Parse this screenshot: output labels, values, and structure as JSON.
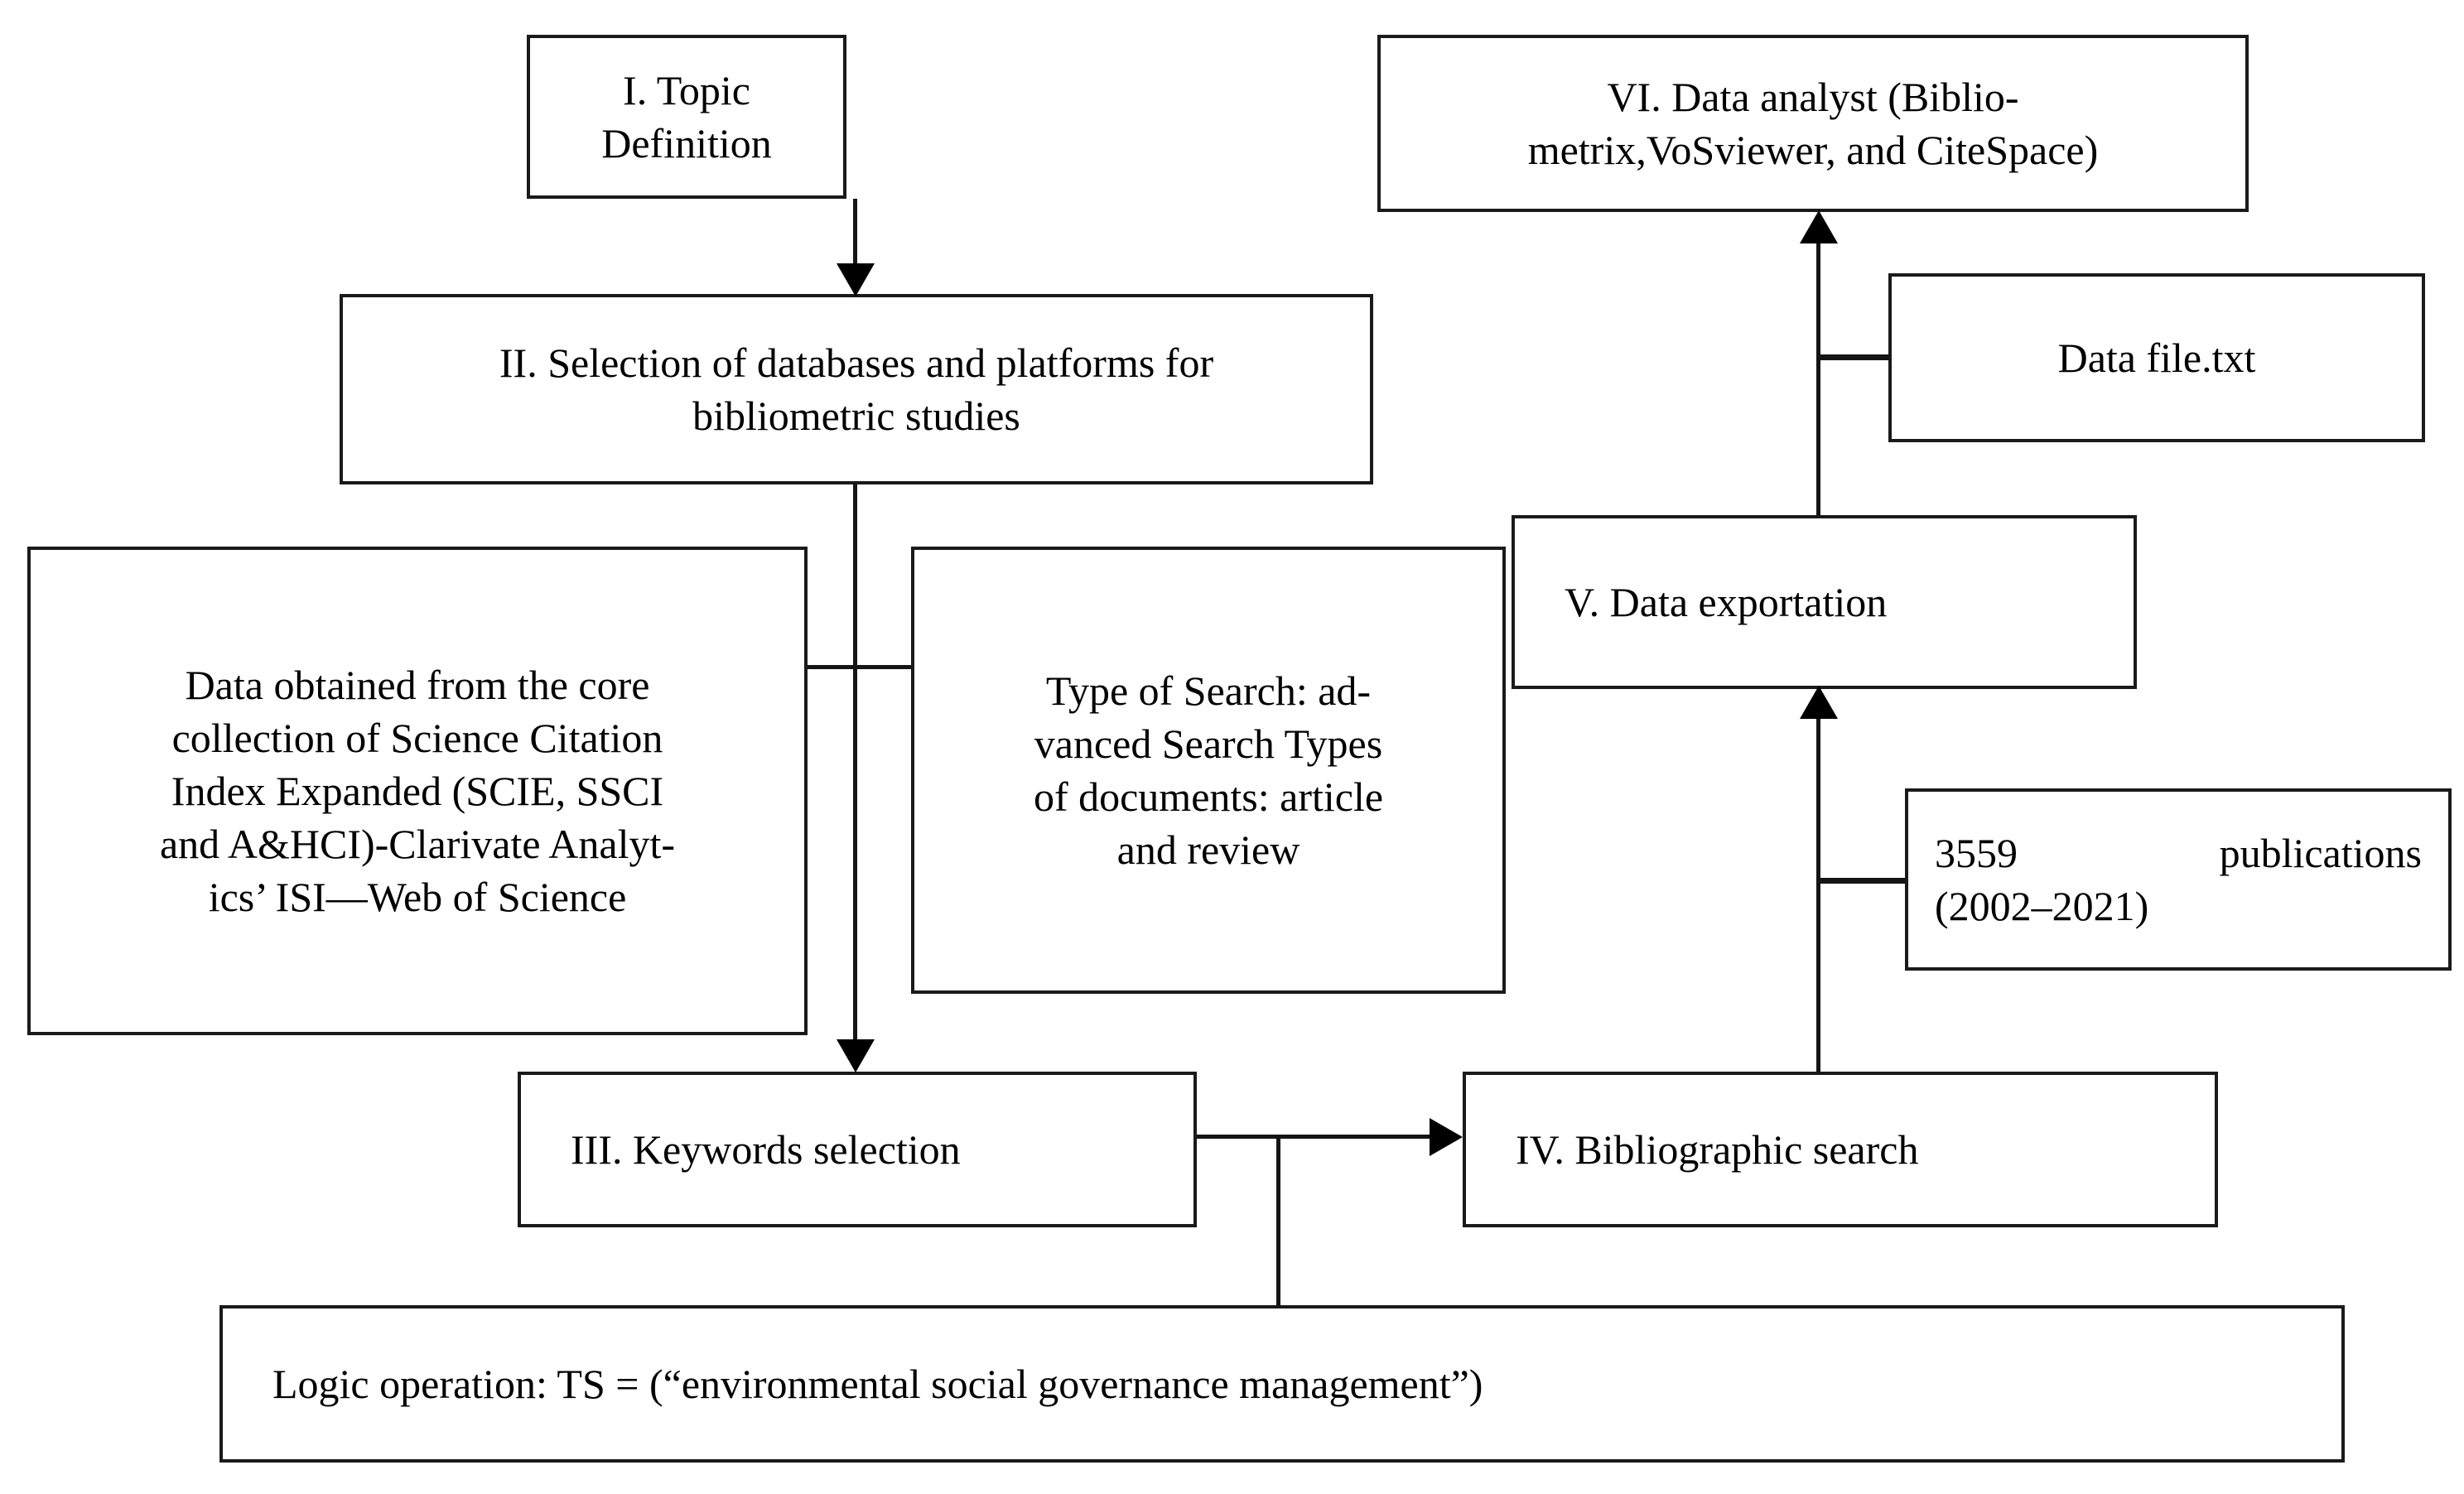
{
  "figure": {
    "type": "flowchart",
    "title": "Bibliometric research methodology workflow",
    "background_color": "#ffffff",
    "line_color": "#151515",
    "box_border_color": "#1a1a1a",
    "text_color": "#000000"
  },
  "nodes": {
    "topic_definition": {
      "label": "I. Topic Definition"
    },
    "database_selection": {
      "line1": "II. Selection of databases and platforms for",
      "line2": "bibliometric studies"
    },
    "data_source": {
      "line1": "Data obtained from the core",
      "line2": "collection of Science Citation",
      "line3": "Index Expanded (SCIE, SSCI",
      "line4": "and A&HCI)-Clarivate Analyt-",
      "line5": "ics’ ISI—Web of Science"
    },
    "search_type": {
      "line1": "Type of Search: ad-",
      "line2": "vanced Search Types",
      "line3": "of documents: article",
      "line4": "and review"
    },
    "keywords_selection": {
      "label": "III. Keywords selection"
    },
    "bibliographic_search": {
      "label": "IV. Bibliographic search"
    },
    "publications_count": {
      "line1": "3559 publications",
      "line2": "(2002–2021)",
      "count": "3559",
      "unit": "publications",
      "period": "(2002–2021)"
    },
    "data_exportation": {
      "label": "V. Data exportation"
    },
    "data_file": {
      "label": "Data file.txt"
    },
    "data_analyst": {
      "line1": "VI. Data analyst (Biblio-",
      "line2": "metrix,VoSviewer, and CiteSpace)"
    },
    "logic_operation": {
      "label": "Logic operation: TS = (“environmental social governance management”)"
    }
  },
  "edges": [
    {
      "from": "topic_definition",
      "to": "database_selection",
      "marker": "arrow-down"
    },
    {
      "from": "database_selection",
      "to": "keywords_selection",
      "marker": "arrow-down"
    },
    {
      "from": "data_source",
      "to": "search_type",
      "marker": "none"
    },
    {
      "from": "keywords_selection",
      "to": "bibliographic_search",
      "marker": "arrow-right"
    },
    {
      "from": "keywords_selection",
      "to": "logic_operation",
      "marker": "none"
    },
    {
      "from": "bibliographic_search",
      "to": "data_exportation",
      "marker": "arrow-up"
    },
    {
      "from": "publications_count",
      "to": "bibliographic_search",
      "marker": "none"
    },
    {
      "from": "data_exportation",
      "to": "data_analyst",
      "marker": "arrow-up"
    },
    {
      "from": "data_file",
      "to": "data_analyst",
      "marker": "none"
    }
  ]
}
